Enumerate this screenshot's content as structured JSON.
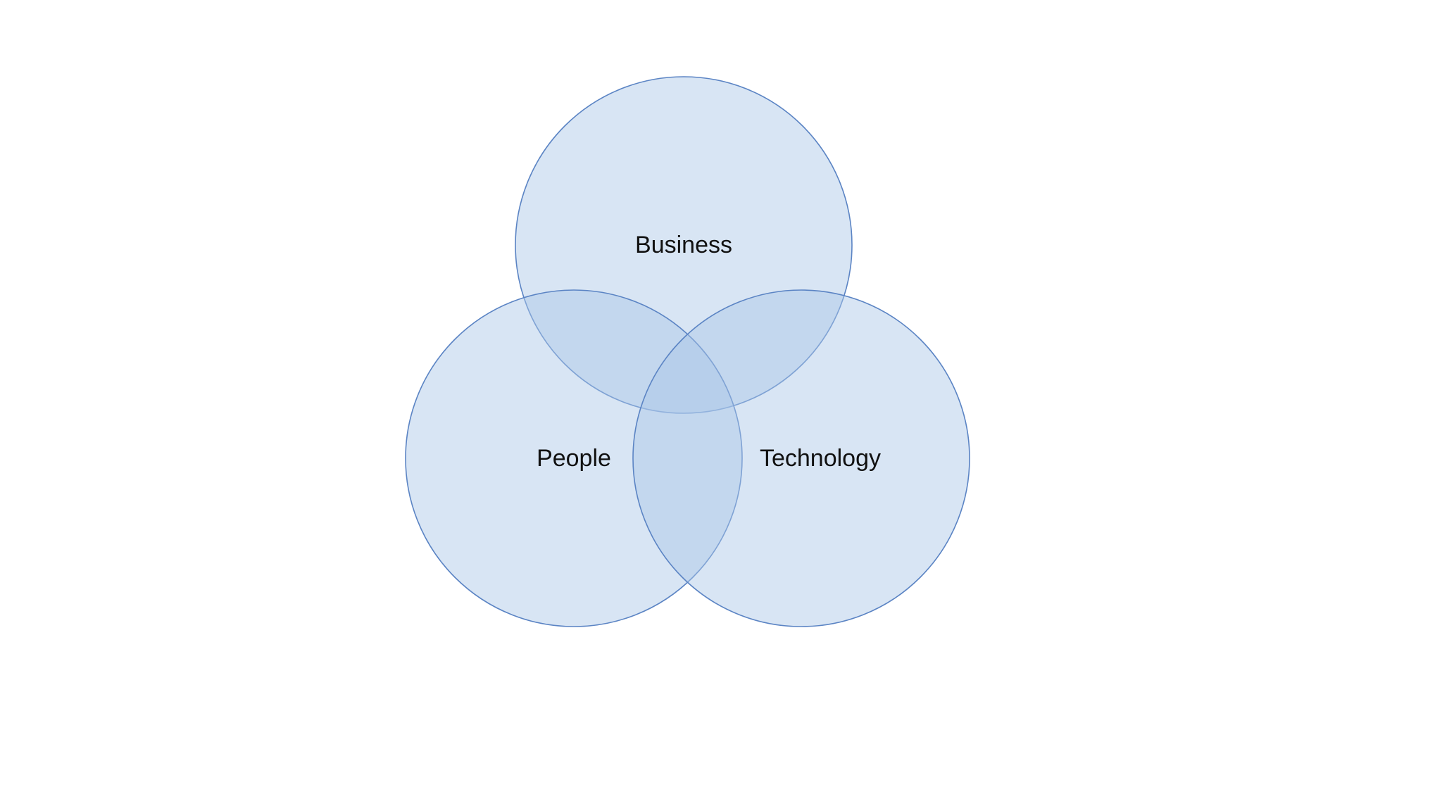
{
  "diagram": {
    "type": "venn",
    "colors": {
      "fill": "#a9c6e8",
      "stroke": "#5b84c4",
      "text": "#111111"
    },
    "sets": [
      {
        "id": "business",
        "label": "Business"
      },
      {
        "id": "people",
        "label": "People"
      },
      {
        "id": "technology",
        "label": "Technology"
      }
    ]
  }
}
